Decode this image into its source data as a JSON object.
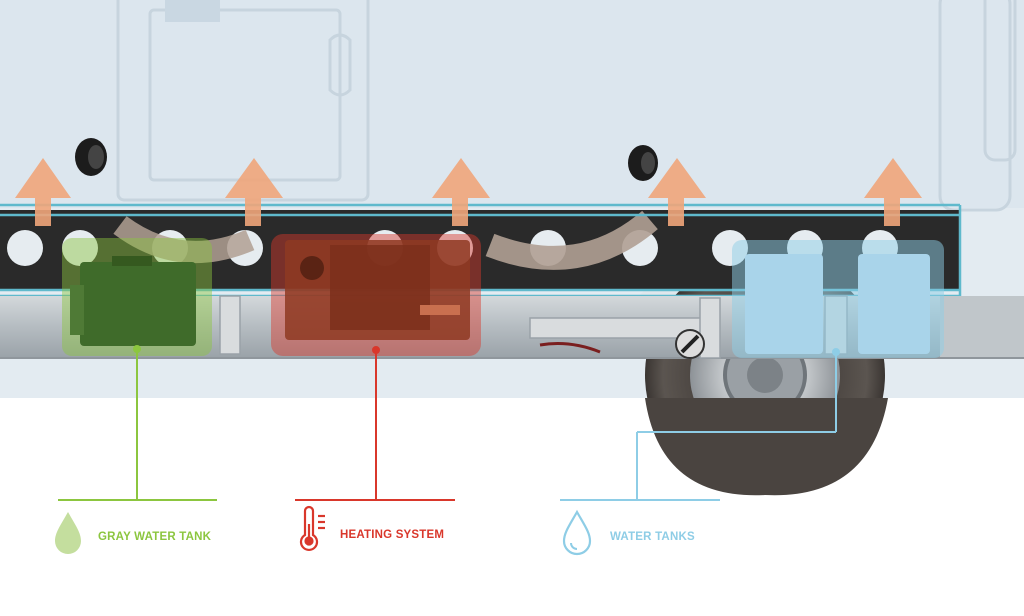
{
  "legend": {
    "gray_water_tank": "GRAY WATER TANK",
    "heating_system": "HEATING SYSTEM",
    "water_tanks": "WATER TANKS"
  },
  "colors": {
    "gray_water": "#8cc63f",
    "gray_water_dark": "#3f6b2a",
    "heating": "#d9372b",
    "heating_fill": "#b84a2e",
    "water": "#8ecde6",
    "water_fill": "#a9d4ea",
    "arrow": "#f0a57a",
    "wall": "#dde7ef",
    "frame_outline": "#5fb9cc"
  },
  "icons": {
    "gray_water": "drop-icon",
    "heating": "thermometer-icon",
    "water": "drop-outline-icon"
  }
}
